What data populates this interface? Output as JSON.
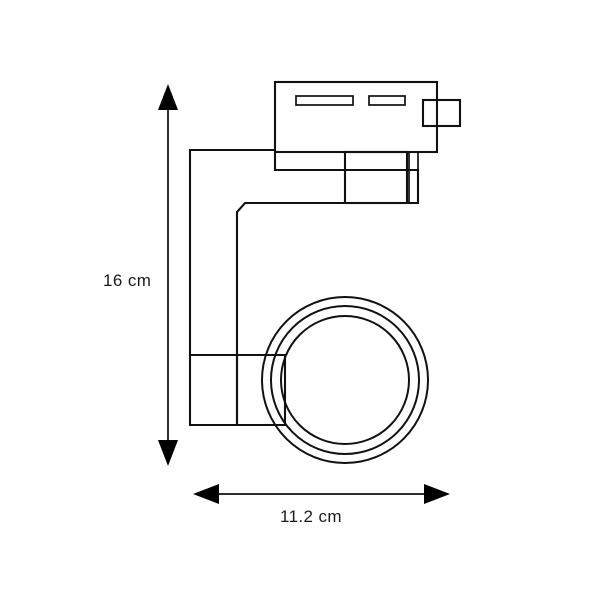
{
  "drawing": {
    "type": "technical-line-drawing",
    "subject": "track-light-fixture-side-elevation",
    "background_color": "#ffffff",
    "line_color": "#111111",
    "text_color": "#1a1a1a"
  },
  "dimensions": {
    "height": {
      "label": "16 cm",
      "value": 16,
      "unit": "cm",
      "orientation": "vertical",
      "arrow_style": "double-ended-filled"
    },
    "width": {
      "label": "11.2 cm",
      "value": 11.2,
      "unit": "cm",
      "orientation": "horizontal",
      "arrow_style": "double-ended-filled"
    }
  },
  "parts": {
    "track_adapter": {
      "name": "track-adapter-block",
      "slots": 2
    },
    "swivel_joint": {
      "name": "swivel-joint-block"
    },
    "arm": {
      "name": "l-shaped-arm"
    },
    "housing": {
      "name": "lamp-housing-block"
    },
    "lens_head": {
      "name": "lens-head-rings",
      "ring_count": 3
    }
  }
}
